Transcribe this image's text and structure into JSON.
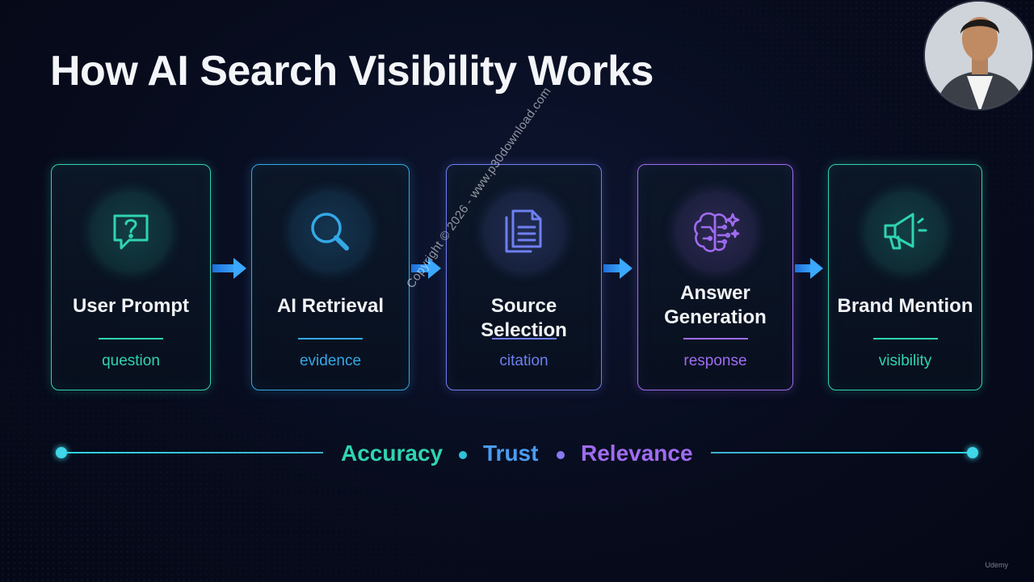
{
  "title": "How AI Search Visibility Works",
  "steps": [
    {
      "title_lines": [
        "User Prompt"
      ],
      "subtitle": "question",
      "icon": "question-bubble-icon",
      "color": "#2fd4b0"
    },
    {
      "title_lines": [
        "AI Retrieval"
      ],
      "subtitle": "evidence",
      "icon": "magnifier-icon",
      "color": "#34a8e6"
    },
    {
      "title_lines": [
        "Source Selection"
      ],
      "subtitle": "citation",
      "icon": "documents-icon",
      "color": "#6f7ff0"
    },
    {
      "title_lines": [
        "Answer",
        "Generation"
      ],
      "subtitle": "response",
      "icon": "brain-sparkle-icon",
      "color": "#a06cf0"
    },
    {
      "title_lines": [
        "Brand Mention"
      ],
      "subtitle": "visibility",
      "icon": "megaphone-icon",
      "color": "#2fd4b0"
    }
  ],
  "values": [
    {
      "label": "Accuracy",
      "color": "#2fd4b0"
    },
    {
      "label": "Trust",
      "color": "#4a9cf0"
    },
    {
      "label": "Relevance",
      "color": "#a06cf0"
    }
  ],
  "watermark": "Copyright © 2026 - www.p30download.com",
  "brand": "Udemy"
}
